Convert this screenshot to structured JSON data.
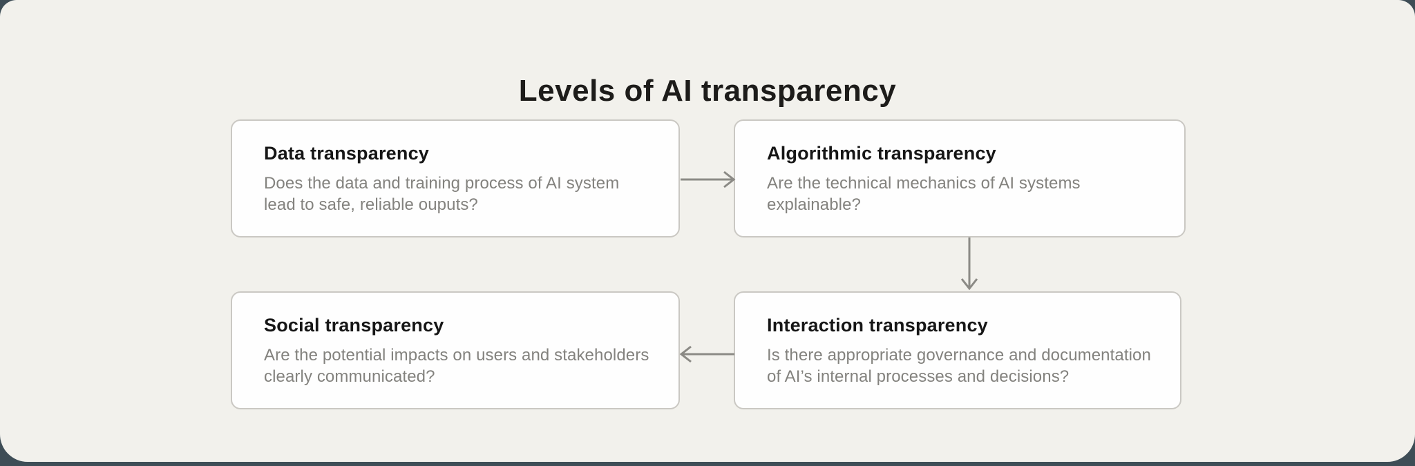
{
  "page": {
    "title": "Levels of AI transparency"
  },
  "colors": {
    "background": "#3e4d56",
    "panel": "#f2f1ec",
    "card_background": "#fefefe",
    "card_border": "#cac8c3",
    "heading_text": "#161616",
    "body_text": "#83827e",
    "arrow": "#8b8a85",
    "title_text": "#1d1c1a"
  },
  "diagram": {
    "nodes": [
      {
        "id": "data",
        "title": "Data transparency",
        "description": "Does the data and training process of AI system lead to safe, reliable ouputs?"
      },
      {
        "id": "algorithmic",
        "title": "Algorithmic transparency",
        "description": "Are the technical mechanics of AI systems explainable?"
      },
      {
        "id": "interaction",
        "title": "Interaction transparency",
        "description": "Is there appropriate governance and documentation of AI’s internal processes and decisions?"
      },
      {
        "id": "social",
        "title": "Social transparency",
        "description": "Are the potential impacts on users and stakeholders clearly communicated?"
      }
    ],
    "connections": [
      {
        "from": "data",
        "to": "algorithmic",
        "direction": "right"
      },
      {
        "from": "algorithmic",
        "to": "interaction",
        "direction": "down"
      },
      {
        "from": "interaction",
        "to": "social",
        "direction": "left"
      }
    ]
  }
}
